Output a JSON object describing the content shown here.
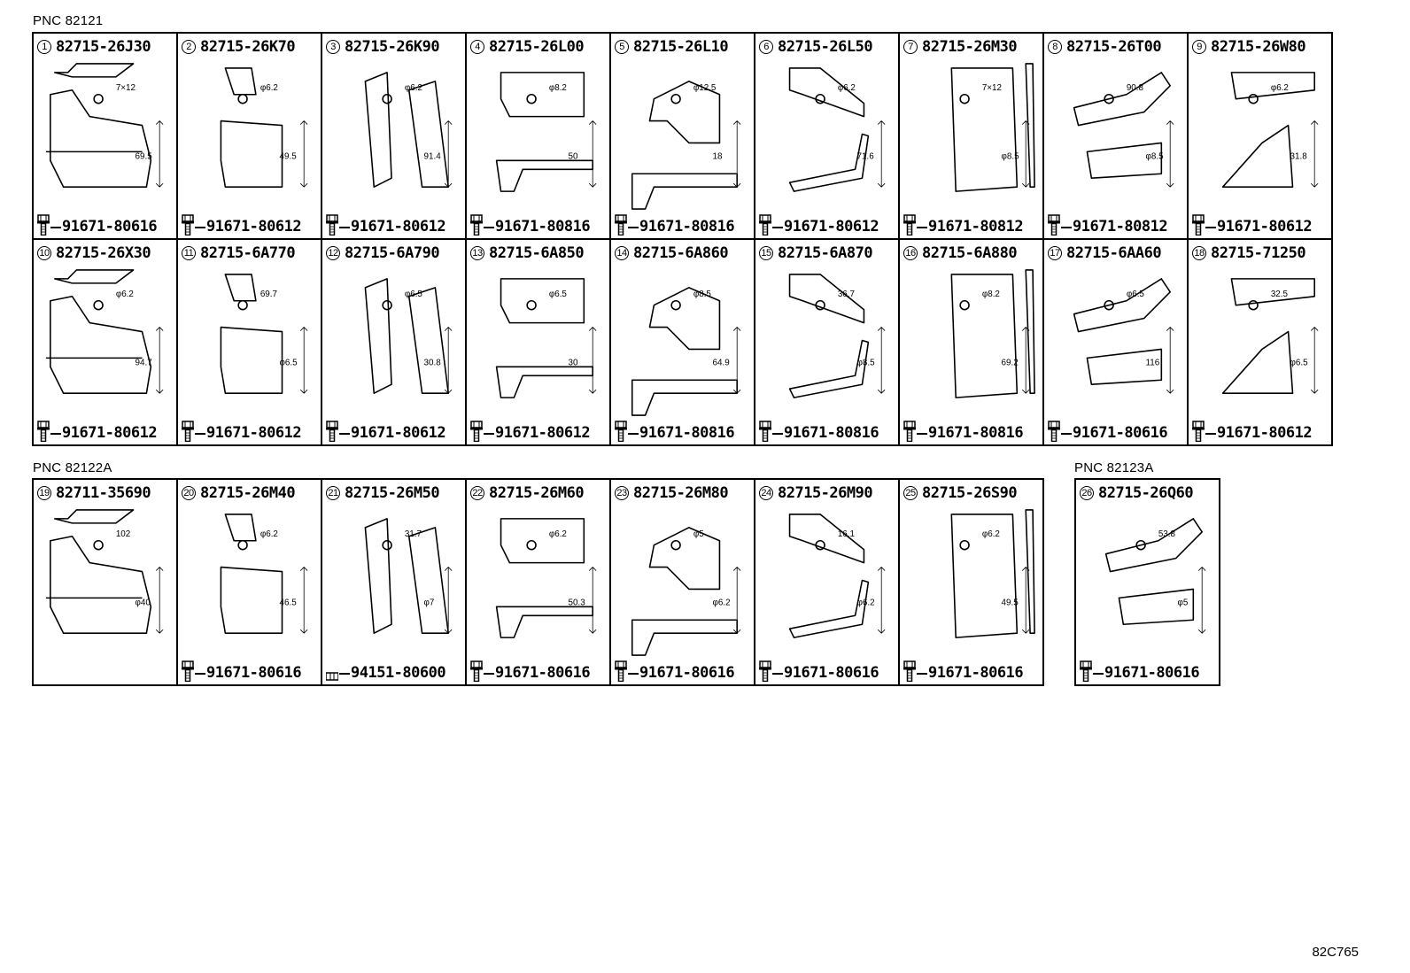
{
  "groups": [
    {
      "pnc_label": "PNC 82121",
      "items": [
        {
          "num": "1",
          "part": "82715-26J30",
          "fastener": "91671-80616",
          "dims": [
            "7×12",
            "69.5"
          ]
        },
        {
          "num": "2",
          "part": "82715-26K70",
          "fastener": "91671-80612",
          "dims": [
            "φ6.2",
            "49.5"
          ]
        },
        {
          "num": "3",
          "part": "82715-26K90",
          "fastener": "91671-80612",
          "dims": [
            "φ6.2",
            "91.4"
          ]
        },
        {
          "num": "4",
          "part": "82715-26L00",
          "fastener": "91671-80816",
          "dims": [
            "φ8.2",
            "50"
          ]
        },
        {
          "num": "5",
          "part": "82715-26L10",
          "fastener": "91671-80816",
          "dims": [
            "φ12.5",
            "18"
          ]
        },
        {
          "num": "6",
          "part": "82715-26L50",
          "fastener": "91671-80612",
          "dims": [
            "φ6.2",
            "71.6"
          ]
        },
        {
          "num": "7",
          "part": "82715-26M30",
          "fastener": "91671-80812",
          "dims": [
            "7×12",
            "φ8.5"
          ]
        },
        {
          "num": "8",
          "part": "82715-26T00",
          "fastener": "91671-80812",
          "dims": [
            "90.8",
            "φ8.5"
          ]
        },
        {
          "num": "9",
          "part": "82715-26W80",
          "fastener": "91671-80612",
          "dims": [
            "φ6.2",
            "31.8"
          ]
        },
        {
          "num": "10",
          "part": "82715-26X30",
          "fastener": "91671-80612",
          "dims": [
            "φ6.2",
            "94.7"
          ]
        },
        {
          "num": "11",
          "part": "82715-6A770",
          "fastener": "91671-80612",
          "dims": [
            "69.7",
            "φ6.5"
          ]
        },
        {
          "num": "12",
          "part": "82715-6A790",
          "fastener": "91671-80612",
          "dims": [
            "φ6.5",
            "30.8"
          ]
        },
        {
          "num": "13",
          "part": "82715-6A850",
          "fastener": "91671-80612",
          "dims": [
            "φ6.5",
            "30"
          ]
        },
        {
          "num": "14",
          "part": "82715-6A860",
          "fastener": "91671-80816",
          "dims": [
            "φ8.5",
            "64.9"
          ]
        },
        {
          "num": "15",
          "part": "82715-6A870",
          "fastener": "91671-80816",
          "dims": [
            "36.7",
            "φ8.5"
          ]
        },
        {
          "num": "16",
          "part": "82715-6A880",
          "fastener": "91671-80816",
          "dims": [
            "φ8.2",
            "69.2"
          ]
        },
        {
          "num": "17",
          "part": "82715-6AA60",
          "fastener": "91671-80616",
          "dims": [
            "φ6.5",
            "116"
          ]
        },
        {
          "num": "18",
          "part": "82715-71250",
          "fastener": "91671-80612",
          "dims": [
            "32.5",
            "φ6.5"
          ]
        }
      ]
    },
    {
      "pnc_label": "PNC 82122A",
      "items": [
        {
          "num": "19",
          "part": "82711-35690",
          "fastener": "",
          "dims": [
            "102",
            "φ40"
          ]
        },
        {
          "num": "20",
          "part": "82715-26M40",
          "fastener": "91671-80616",
          "dims": [
            "φ6.2",
            "46.5"
          ]
        },
        {
          "num": "21",
          "part": "82715-26M50",
          "fastener": "94151-80600",
          "dims": [
            "31.7",
            "φ7"
          ]
        },
        {
          "num": "22",
          "part": "82715-26M60",
          "fastener": "91671-80616",
          "dims": [
            "φ6.2",
            "50.3"
          ]
        },
        {
          "num": "23",
          "part": "82715-26M80",
          "fastener": "91671-80616",
          "dims": [
            "φ5",
            "φ6.2"
          ]
        },
        {
          "num": "24",
          "part": "82715-26M90",
          "fastener": "91671-80616",
          "dims": [
            "16.1",
            "φ6.2"
          ]
        },
        {
          "num": "25",
          "part": "82715-26S90",
          "fastener": "91671-80616",
          "dims": [
            "φ6.2",
            "49.5"
          ]
        }
      ]
    },
    {
      "pnc_label": "PNC 82123A",
      "items": [
        {
          "num": "26",
          "part": "82715-26Q60",
          "fastener": "91671-80616",
          "dims": [
            "53.8",
            "φ5"
          ]
        }
      ]
    }
  ],
  "diagram_code": "82C765"
}
